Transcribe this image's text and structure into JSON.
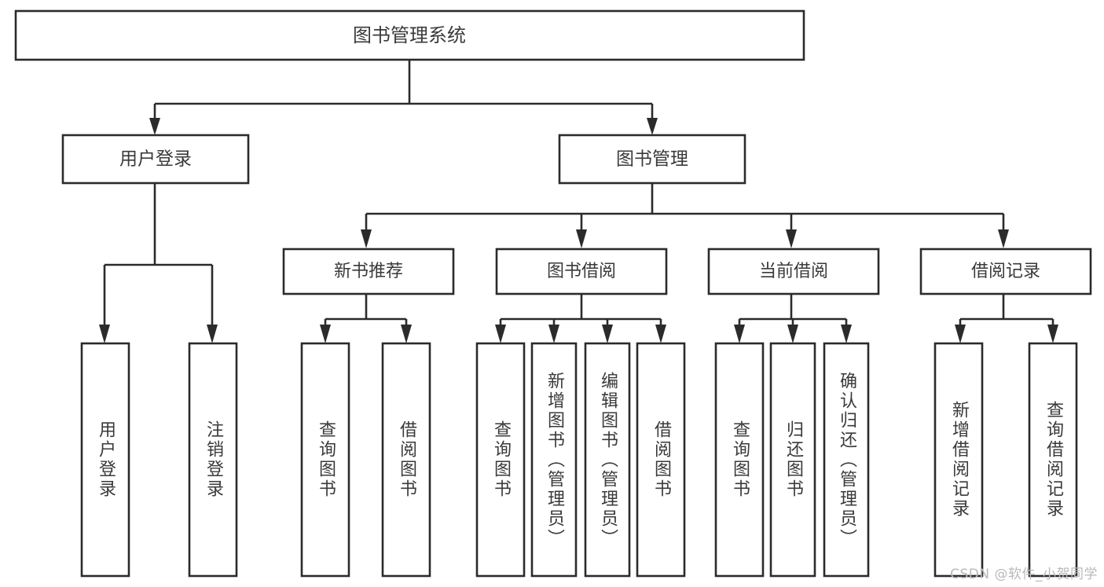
{
  "diagram": {
    "type": "tree-hierarchy-functional-decomposition",
    "title": "图书管理系统",
    "watermark": "CSDN @软件_小贺同学",
    "colors": {
      "stroke": "#2b2b2b",
      "fill": "#ffffff",
      "text": "#3a3a3a",
      "background": "#ffffff",
      "watermark": "#b9b9b9"
    },
    "levels": [
      {
        "level": 1,
        "nodes": [
          {
            "id": "root",
            "label": "图书管理系统",
            "orientation": "horizontal"
          }
        ]
      },
      {
        "level": 2,
        "nodes": [
          {
            "id": "user-login",
            "label": "用户登录",
            "parent": "root",
            "orientation": "horizontal"
          },
          {
            "id": "book-manage",
            "label": "图书管理",
            "parent": "root",
            "orientation": "horizontal"
          }
        ]
      },
      {
        "level": 3,
        "nodes": [
          {
            "id": "new-book-rec",
            "label": "新书推荐",
            "parent": "book-manage",
            "orientation": "horizontal"
          },
          {
            "id": "book-borrow",
            "label": "图书借阅",
            "parent": "book-manage",
            "orientation": "horizontal"
          },
          {
            "id": "current-borrow",
            "label": "当前借阅",
            "parent": "book-manage",
            "orientation": "horizontal"
          },
          {
            "id": "borrow-record",
            "label": "借阅记录",
            "parent": "book-manage",
            "orientation": "horizontal"
          }
        ]
      },
      {
        "level": 4,
        "nodes": [
          {
            "id": "leaf-1",
            "label": "用户登录",
            "parent": "user-login",
            "orientation": "vertical"
          },
          {
            "id": "leaf-2",
            "label": "注销登录",
            "parent": "user-login",
            "orientation": "vertical"
          },
          {
            "id": "leaf-3",
            "label": "查询图书",
            "parent": "new-book-rec",
            "orientation": "vertical"
          },
          {
            "id": "leaf-4",
            "label": "借阅图书",
            "parent": "new-book-rec",
            "orientation": "vertical"
          },
          {
            "id": "leaf-5",
            "label": "查询图书",
            "parent": "book-borrow",
            "orientation": "vertical"
          },
          {
            "id": "leaf-6",
            "label": "新增图书（管理员）",
            "parent": "book-borrow",
            "orientation": "vertical"
          },
          {
            "id": "leaf-7",
            "label": "编辑图书（管理员）",
            "parent": "book-borrow",
            "orientation": "vertical"
          },
          {
            "id": "leaf-8",
            "label": "借阅图书",
            "parent": "book-borrow",
            "orientation": "vertical"
          },
          {
            "id": "leaf-9",
            "label": "查询图书",
            "parent": "current-borrow",
            "orientation": "vertical"
          },
          {
            "id": "leaf-10",
            "label": "归还图书",
            "parent": "current-borrow",
            "orientation": "vertical"
          },
          {
            "id": "leaf-11",
            "label": "确认归还（管理员）",
            "parent": "current-borrow",
            "orientation": "vertical"
          },
          {
            "id": "leaf-12",
            "label": "新增借阅记录",
            "parent": "borrow-record",
            "orientation": "vertical"
          },
          {
            "id": "leaf-13",
            "label": "查询借阅记录",
            "parent": "borrow-record",
            "orientation": "vertical"
          }
        ]
      }
    ]
  }
}
